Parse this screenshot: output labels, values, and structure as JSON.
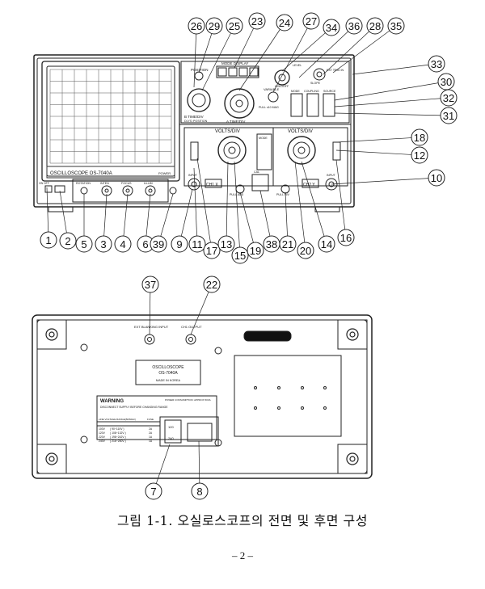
{
  "caption": "그림 1-1. 오실로스코프의 전면 및 후면 구성",
  "page_number": "– 2 –",
  "front_callouts": [
    {
      "n": "26"
    },
    {
      "n": "29"
    },
    {
      "n": "25"
    },
    {
      "n": "23"
    },
    {
      "n": "24"
    },
    {
      "n": "27"
    },
    {
      "n": "34"
    },
    {
      "n": "36"
    },
    {
      "n": "28"
    },
    {
      "n": "35"
    },
    {
      "n": "33"
    },
    {
      "n": "30"
    },
    {
      "n": "32"
    },
    {
      "n": "31"
    },
    {
      "n": "18"
    },
    {
      "n": "12"
    },
    {
      "n": "10"
    },
    {
      "n": "1"
    },
    {
      "n": "2"
    },
    {
      "n": "5"
    },
    {
      "n": "3"
    },
    {
      "n": "4"
    },
    {
      "n": "6"
    },
    {
      "n": "39"
    },
    {
      "n": "9"
    },
    {
      "n": "11"
    },
    {
      "n": "17"
    },
    {
      "n": "13"
    },
    {
      "n": "15"
    },
    {
      "n": "19"
    },
    {
      "n": "38"
    },
    {
      "n": "21"
    },
    {
      "n": "20"
    },
    {
      "n": "14"
    },
    {
      "n": "16"
    }
  ],
  "rear_callouts": [
    {
      "n": "37"
    },
    {
      "n": "22"
    },
    {
      "n": "7"
    },
    {
      "n": "8"
    }
  ],
  "front_labels": {
    "model": "OSCILLOSCOPE OS-7040A",
    "brand": "POWER",
    "position": "POSITION",
    "mode_display": "MODE DISPLAY",
    "time_div": "A TIME/DIV",
    "b_time_div": "B TIME/DIV",
    "dly_position": "DLY'D POSITION",
    "variable": "VARIABLE",
    "pull_x10": "PULL x10 MAG",
    "holdoff": "HOLDOFF",
    "ext_trig": "EXT TRIG IN",
    "slope": "SLOPE",
    "level": "LEVEL",
    "mode": "MODE",
    "coupling": "COUPLING",
    "source": "SOURCE",
    "volts_div_1": "VOLTS/DIV",
    "volts_div_2": "VOLTS/DIV",
    "vmode": "MODE",
    "ch1": "CH1 X",
    "ch2": "CH2 Y",
    "input": "INPUT",
    "intens": "INTEN",
    "focus": "FOCUS",
    "illum": "ILLUM",
    "rotation": "ROTATION",
    "power_on": "ON OFF",
    "cal": "CAL",
    "pull_inv": "PULL INV",
    "pull_add": "PULL ADD"
  },
  "rear_labels": {
    "ext_blanking": "EXT BLANKING INPUT",
    "ch1_output": "CH1 OUTPUT",
    "plate_title": "OSCILLOSCOPE",
    "plate_model": "OS-7040A",
    "plate_origin": "MADE IN KOREA",
    "warning": "WARNING",
    "warning_text": "DISCONNECT SUPPLY BEFORE CHANGING RANGE",
    "power_consumption": "POWER CONSUMPTION: APPROX 50VA",
    "table_head": [
      "LINE VOLTAGE RANGE(50/60Hz)",
      "FUSE"
    ],
    "table_rows": [
      [
        "100V",
        "( 90~110V )",
        "2A"
      ],
      [
        "120V",
        "( 108~132V )",
        "2A"
      ],
      [
        "220V",
        "( 198~242V )",
        "1A"
      ],
      [
        "240V",
        "( 216~250V )",
        "1A"
      ]
    ],
    "selector": "120",
    "selector_sub": "240"
  }
}
